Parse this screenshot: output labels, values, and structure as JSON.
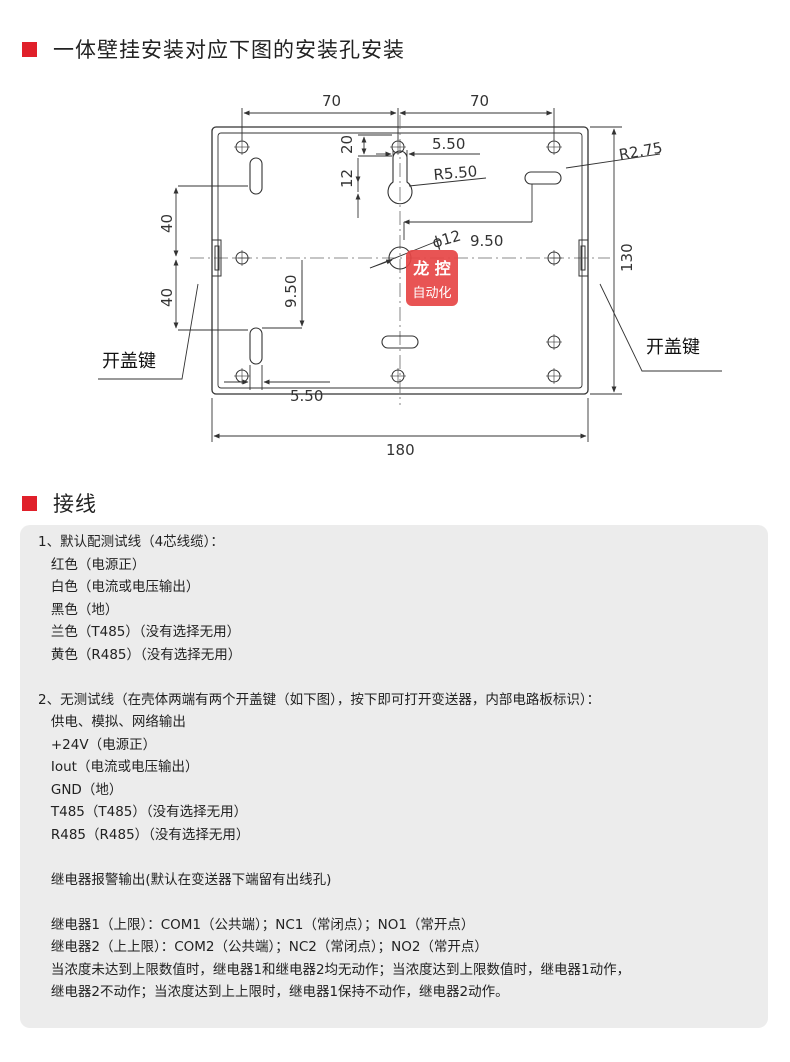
{
  "install_section": {
    "title": "一体壁挂安装对应下图的安装孔安装"
  },
  "diagram": {
    "dims": {
      "top_left_70": "70",
      "top_right_70": "70",
      "d20": "20",
      "d12": "12",
      "d5_50_top": "5.50",
      "r5_50": "R5.50",
      "r2_75": "R2.75",
      "phi12": "ϕ12",
      "d9_50_h": "9.50",
      "d40_upper": "40",
      "d40_lower": "40",
      "d9_50_v": "9.50",
      "d5_50_bottom": "5.50",
      "d130": "130",
      "d180": "180"
    },
    "callouts": {
      "left_key": "开盖键",
      "right_key": "开盖键"
    },
    "watermark": {
      "line1": "龙 控",
      "line2": "自动化"
    }
  },
  "wiring_section": {
    "title": "接线",
    "lines": [
      "1、默认配测试线（4芯线缆）：",
      "   红色（电源正）",
      "   白色（电流或电压输出）",
      "   黑色（地）",
      "   兰色（T485）（没有选择无用）",
      "   黄色（R485）（没有选择无用）",
      "",
      "2、无测试线（在壳体两端有两个开盖键（如下图），按下即可打开变送器，内部电路板标识）：",
      "   供电、模拟、网络输出",
      "   +24V（电源正）",
      "   Iout（电流或电压输出）",
      "   GND（地）",
      "   T485（T485）（没有选择无用）",
      "   R485（R485）（没有选择无用）",
      "",
      "   继电器报警输出(默认在变送器下端留有出线孔)",
      "",
      "   继电器1（上限）：COM1（公共端）；NC1（常闭点）；NO1（常开点）",
      "   继电器2（上上限）：COM2（公共端）；NC2（常闭点）；NO2（常开点）",
      "   当浓度未达到上限数值时，继电器1和继电器2均无动作；当浓度达到上限数值时，继电器1动作，",
      "   继电器2不动作；当浓度达到上上限时，继电器1保持不动作，继电器2动作。"
    ]
  },
  "colors": {
    "accent": "#e0202a",
    "panel_bg": "#ececec",
    "stamp": "#e64545"
  }
}
